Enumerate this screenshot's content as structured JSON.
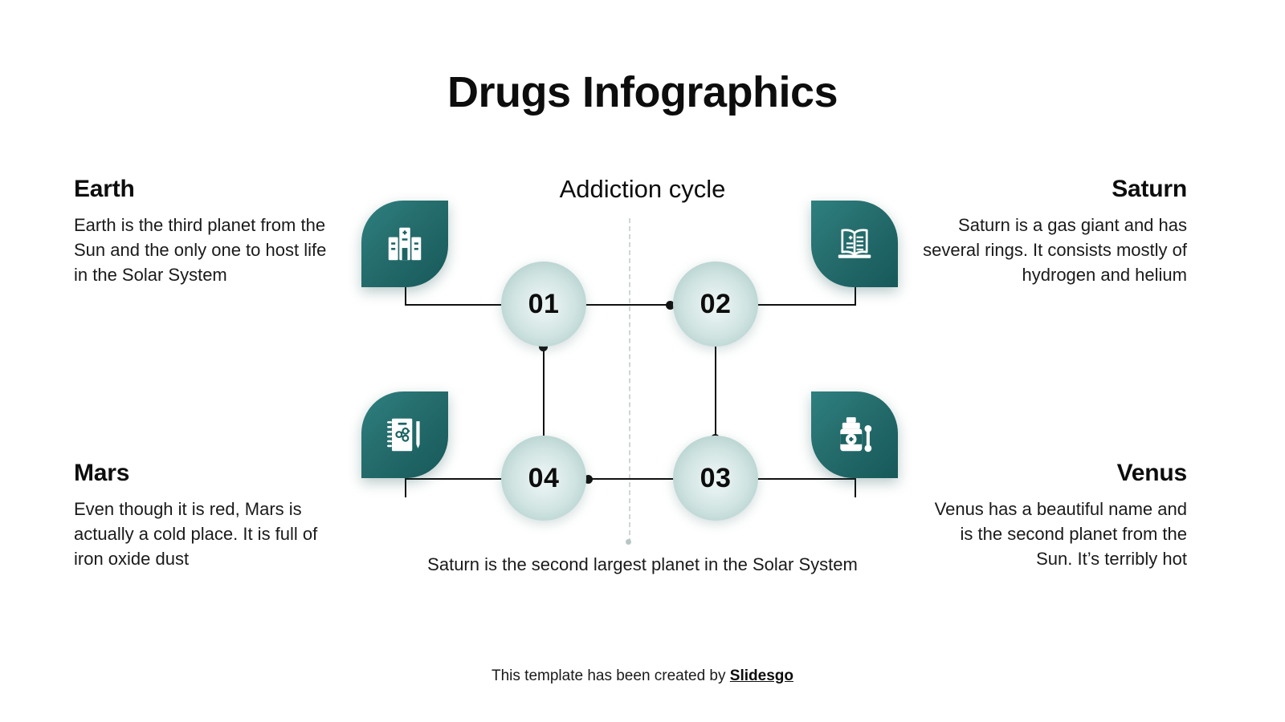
{
  "title": "Drugs Infographics",
  "diagram": {
    "title": "Addiction cycle",
    "caption": "Saturn is the second largest planet in the Solar System",
    "nodes": [
      {
        "number": "01",
        "icon": "hospital-icon"
      },
      {
        "number": "02",
        "icon": "medical-book-icon"
      },
      {
        "number": "03",
        "icon": "medicine-bottle-icon"
      },
      {
        "number": "04",
        "icon": "notebook-molecule-icon"
      }
    ]
  },
  "blocks": {
    "earth": {
      "title": "Earth",
      "desc": "Earth is the third planet from the Sun and the only one to host life in the Solar System"
    },
    "saturn": {
      "title": "Saturn",
      "desc": "Saturn is a gas giant and has several rings. It consists mostly of hydrogen and helium"
    },
    "mars": {
      "title": "Mars",
      "desc": "Even though it is red, Mars is actually a cold place. It is full of iron oxide dust"
    },
    "venus": {
      "title": "Venus",
      "desc": "Venus has a beautiful name and is the second planet from the Sun. It’s terribly hot"
    }
  },
  "footer": {
    "prefix": "This template has been created by ",
    "brand": "Slidesgo"
  },
  "colors": {
    "badge_light": "#2f8080",
    "badge_dark": "#17595a",
    "sphere_light": "#edf5f4",
    "sphere_edge": "#a3c6c3",
    "line": "#111111",
    "dash": "#cfd6d6",
    "text": "#111111"
  }
}
